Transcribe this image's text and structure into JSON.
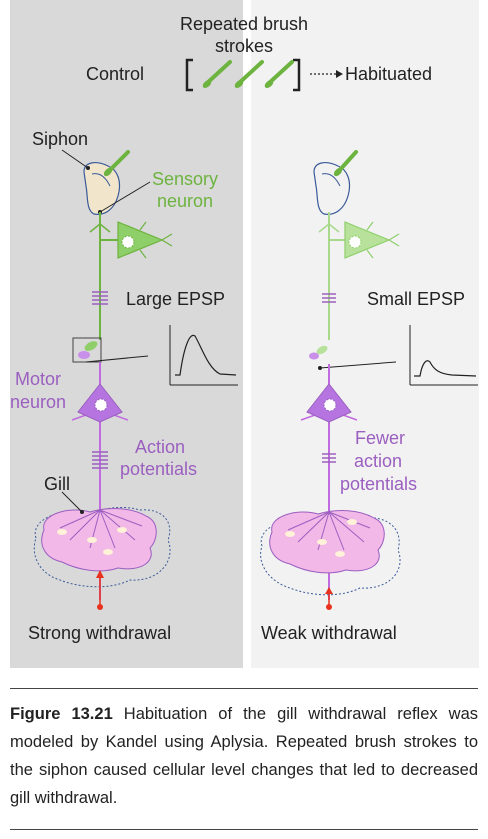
{
  "header": {
    "repeated_line1": "Repeated brush",
    "repeated_line2": "strokes",
    "control": "Control",
    "habituated": "Habituated"
  },
  "left_panel": {
    "siphon": "Siphon",
    "sensory_line1": "Sensory",
    "sensory_line2": "neuron",
    "epsp": "Large EPSP",
    "motor_line1": "Motor",
    "motor_line2": "neuron",
    "action_line1": "Action",
    "action_line2": "potentials",
    "gill": "Gill",
    "withdrawal": "Strong withdrawal"
  },
  "right_panel": {
    "epsp": "Small EPSP",
    "action_line1": "Fewer",
    "action_line2": "action",
    "action_line3": "potentials",
    "withdrawal": "Weak withdrawal"
  },
  "caption": {
    "figure_label": "Figure 13.21",
    "text": " Habituation of the gill withdrawal reflex was modeled by Kandel using Aplysia. Repeated brush strokes to the siphon caused cellular level changes that led to decreased gill withdrawal."
  },
  "colors": {
    "left_bg": "#d9d9d9",
    "right_bg": "#f2f2f2",
    "sensory_green": "#6db33f",
    "motor_purple": "#9b5fc0",
    "gill_pink": "#f2b8e8",
    "red_arrow": "#e8321e"
  }
}
